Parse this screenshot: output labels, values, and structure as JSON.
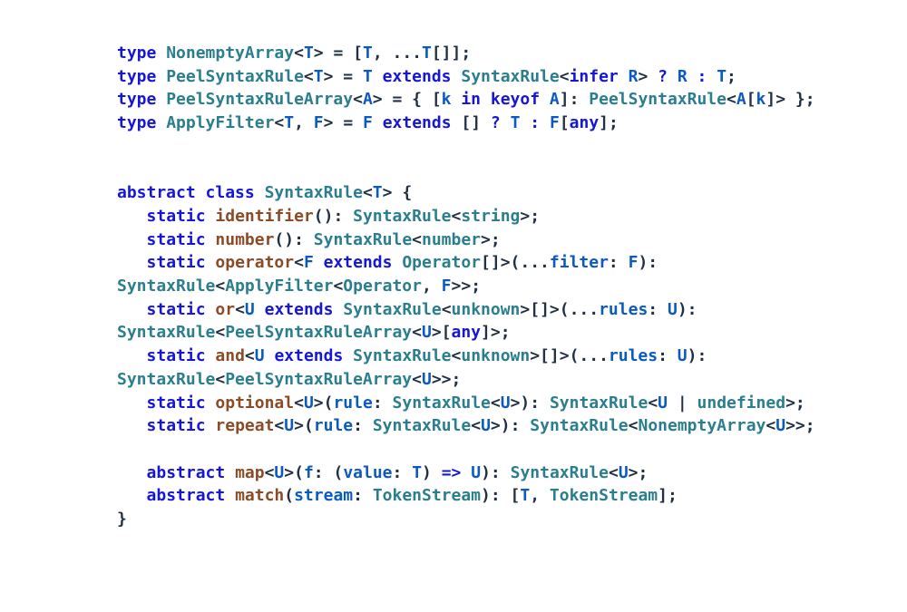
{
  "window": {
    "background": "#ffffff"
  },
  "colors": {
    "keyword": "#1616d6",
    "type": "#2a7e8d",
    "function": "#8a4b26",
    "variable": "#0b5ac2",
    "plain": "#223044"
  },
  "code": {
    "language": "typescript",
    "lines": [
      {
        "tokens": [
          [
            "k",
            "type"
          ],
          [
            "p",
            " "
          ],
          [
            "t",
            "NonemptyArray"
          ],
          [
            "p",
            "<"
          ],
          [
            "v",
            "T"
          ],
          [
            "p",
            "> = ["
          ],
          [
            "v",
            "T"
          ],
          [
            "p",
            ", ..."
          ],
          [
            "v",
            "T"
          ],
          [
            "p",
            "[]];"
          ]
        ]
      },
      {
        "tokens": [
          [
            "k",
            "type"
          ],
          [
            "p",
            " "
          ],
          [
            "t",
            "PeelSyntaxRule"
          ],
          [
            "p",
            "<"
          ],
          [
            "v",
            "T"
          ],
          [
            "p",
            "> = "
          ],
          [
            "v",
            "T"
          ],
          [
            "p",
            " "
          ],
          [
            "k",
            "extends"
          ],
          [
            "p",
            " "
          ],
          [
            "t",
            "SyntaxRule"
          ],
          [
            "p",
            "<"
          ],
          [
            "k",
            "infer"
          ],
          [
            "p",
            " "
          ],
          [
            "v",
            "R"
          ],
          [
            "p",
            "> "
          ],
          [
            "k",
            "?"
          ],
          [
            "p",
            " "
          ],
          [
            "v",
            "R"
          ],
          [
            "p",
            " "
          ],
          [
            "k",
            ":"
          ],
          [
            "p",
            " "
          ],
          [
            "v",
            "T"
          ],
          [
            "p",
            ";"
          ]
        ]
      },
      {
        "tokens": [
          [
            "k",
            "type"
          ],
          [
            "p",
            " "
          ],
          [
            "t",
            "PeelSyntaxRuleArray"
          ],
          [
            "p",
            "<"
          ],
          [
            "v",
            "A"
          ],
          [
            "p",
            "> = { ["
          ],
          [
            "v",
            "k"
          ],
          [
            "p",
            " "
          ],
          [
            "k",
            "in"
          ],
          [
            "p",
            " "
          ],
          [
            "k",
            "keyof"
          ],
          [
            "p",
            " "
          ],
          [
            "v",
            "A"
          ],
          [
            "p",
            "]: "
          ],
          [
            "t",
            "PeelSyntaxRule"
          ],
          [
            "p",
            "<"
          ],
          [
            "v",
            "A"
          ],
          [
            "p",
            "["
          ],
          [
            "v",
            "k"
          ],
          [
            "p",
            "]> };"
          ]
        ]
      },
      {
        "tokens": [
          [
            "k",
            "type"
          ],
          [
            "p",
            " "
          ],
          [
            "t",
            "ApplyFilter"
          ],
          [
            "p",
            "<"
          ],
          [
            "v",
            "T"
          ],
          [
            "p",
            ", "
          ],
          [
            "v",
            "F"
          ],
          [
            "p",
            "> = "
          ],
          [
            "v",
            "F"
          ],
          [
            "p",
            " "
          ],
          [
            "k",
            "extends"
          ],
          [
            "p",
            " [] "
          ],
          [
            "k",
            "?"
          ],
          [
            "p",
            " "
          ],
          [
            "v",
            "T"
          ],
          [
            "p",
            " "
          ],
          [
            "k",
            ":"
          ],
          [
            "p",
            " "
          ],
          [
            "v",
            "F"
          ],
          [
            "p",
            "["
          ],
          [
            "k",
            "any"
          ],
          [
            "p",
            "];"
          ]
        ]
      },
      {
        "tokens": []
      },
      {
        "tokens": []
      },
      {
        "tokens": [
          [
            "k",
            "abstract"
          ],
          [
            "p",
            " "
          ],
          [
            "k",
            "class"
          ],
          [
            "p",
            " "
          ],
          [
            "t",
            "SyntaxRule"
          ],
          [
            "p",
            "<"
          ],
          [
            "v",
            "T"
          ],
          [
            "p",
            "> {"
          ]
        ]
      },
      {
        "tokens": [
          [
            "p",
            "   "
          ],
          [
            "k",
            "static"
          ],
          [
            "p",
            " "
          ],
          [
            "f",
            "identifier"
          ],
          [
            "p",
            "(): "
          ],
          [
            "t",
            "SyntaxRule"
          ],
          [
            "p",
            "<"
          ],
          [
            "t",
            "string"
          ],
          [
            "p",
            ">;"
          ]
        ]
      },
      {
        "tokens": [
          [
            "p",
            "   "
          ],
          [
            "k",
            "static"
          ],
          [
            "p",
            " "
          ],
          [
            "f",
            "number"
          ],
          [
            "p",
            "(): "
          ],
          [
            "t",
            "SyntaxRule"
          ],
          [
            "p",
            "<"
          ],
          [
            "t",
            "number"
          ],
          [
            "p",
            ">;"
          ]
        ]
      },
      {
        "tokens": [
          [
            "p",
            "   "
          ],
          [
            "k",
            "static"
          ],
          [
            "p",
            " "
          ],
          [
            "f",
            "operator"
          ],
          [
            "p",
            "<"
          ],
          [
            "v",
            "F"
          ],
          [
            "p",
            " "
          ],
          [
            "k",
            "extends"
          ],
          [
            "p",
            " "
          ],
          [
            "t",
            "Operator"
          ],
          [
            "p",
            "[]>(..."
          ],
          [
            "v",
            "filter"
          ],
          [
            "p",
            ": "
          ],
          [
            "v",
            "F"
          ],
          [
            "p",
            "):"
          ]
        ]
      },
      {
        "tokens": [
          [
            "t",
            "SyntaxRule"
          ],
          [
            "p",
            "<"
          ],
          [
            "t",
            "ApplyFilter"
          ],
          [
            "p",
            "<"
          ],
          [
            "t",
            "Operator"
          ],
          [
            "p",
            ", "
          ],
          [
            "v",
            "F"
          ],
          [
            "p",
            ">>;"
          ]
        ]
      },
      {
        "tokens": [
          [
            "p",
            "   "
          ],
          [
            "k",
            "static"
          ],
          [
            "p",
            " "
          ],
          [
            "f",
            "or"
          ],
          [
            "p",
            "<"
          ],
          [
            "v",
            "U"
          ],
          [
            "p",
            " "
          ],
          [
            "k",
            "extends"
          ],
          [
            "p",
            " "
          ],
          [
            "t",
            "SyntaxRule"
          ],
          [
            "p",
            "<"
          ],
          [
            "t",
            "unknown"
          ],
          [
            "p",
            ">[]>(..."
          ],
          [
            "v",
            "rules"
          ],
          [
            "p",
            ": "
          ],
          [
            "v",
            "U"
          ],
          [
            "p",
            "):"
          ]
        ]
      },
      {
        "tokens": [
          [
            "t",
            "SyntaxRule"
          ],
          [
            "p",
            "<"
          ],
          [
            "t",
            "PeelSyntaxRuleArray"
          ],
          [
            "p",
            "<"
          ],
          [
            "v",
            "U"
          ],
          [
            "p",
            ">["
          ],
          [
            "k",
            "any"
          ],
          [
            "p",
            "]>;"
          ]
        ]
      },
      {
        "tokens": [
          [
            "p",
            "   "
          ],
          [
            "k",
            "static"
          ],
          [
            "p",
            " "
          ],
          [
            "f",
            "and"
          ],
          [
            "p",
            "<"
          ],
          [
            "v",
            "U"
          ],
          [
            "p",
            " "
          ],
          [
            "k",
            "extends"
          ],
          [
            "p",
            " "
          ],
          [
            "t",
            "SyntaxRule"
          ],
          [
            "p",
            "<"
          ],
          [
            "t",
            "unknown"
          ],
          [
            "p",
            ">[]>(..."
          ],
          [
            "v",
            "rules"
          ],
          [
            "p",
            ": "
          ],
          [
            "v",
            "U"
          ],
          [
            "p",
            "):"
          ]
        ]
      },
      {
        "tokens": [
          [
            "t",
            "SyntaxRule"
          ],
          [
            "p",
            "<"
          ],
          [
            "t",
            "PeelSyntaxRuleArray"
          ],
          [
            "p",
            "<"
          ],
          [
            "v",
            "U"
          ],
          [
            "p",
            ">>;"
          ]
        ]
      },
      {
        "tokens": [
          [
            "p",
            "   "
          ],
          [
            "k",
            "static"
          ],
          [
            "p",
            " "
          ],
          [
            "f",
            "optional"
          ],
          [
            "p",
            "<"
          ],
          [
            "v",
            "U"
          ],
          [
            "p",
            ">("
          ],
          [
            "v",
            "rule"
          ],
          [
            "p",
            ": "
          ],
          [
            "t",
            "SyntaxRule"
          ],
          [
            "p",
            "<"
          ],
          [
            "v",
            "U"
          ],
          [
            "p",
            ">): "
          ],
          [
            "t",
            "SyntaxRule"
          ],
          [
            "p",
            "<"
          ],
          [
            "v",
            "U"
          ],
          [
            "p",
            " | "
          ],
          [
            "t",
            "undefined"
          ],
          [
            "p",
            ">;"
          ]
        ]
      },
      {
        "tokens": [
          [
            "p",
            "   "
          ],
          [
            "k",
            "static"
          ],
          [
            "p",
            " "
          ],
          [
            "f",
            "repeat"
          ],
          [
            "p",
            "<"
          ],
          [
            "v",
            "U"
          ],
          [
            "p",
            ">("
          ],
          [
            "v",
            "rule"
          ],
          [
            "p",
            ": "
          ],
          [
            "t",
            "SyntaxRule"
          ],
          [
            "p",
            "<"
          ],
          [
            "v",
            "U"
          ],
          [
            "p",
            ">): "
          ],
          [
            "t",
            "SyntaxRule"
          ],
          [
            "p",
            "<"
          ],
          [
            "t",
            "NonemptyArray"
          ],
          [
            "p",
            "<"
          ],
          [
            "v",
            "U"
          ],
          [
            "p",
            ">>;"
          ]
        ]
      },
      {
        "tokens": []
      },
      {
        "tokens": [
          [
            "p",
            "   "
          ],
          [
            "k",
            "abstract"
          ],
          [
            "p",
            " "
          ],
          [
            "f",
            "map"
          ],
          [
            "p",
            "<"
          ],
          [
            "v",
            "U"
          ],
          [
            "p",
            ">("
          ],
          [
            "v",
            "f"
          ],
          [
            "p",
            ": ("
          ],
          [
            "v",
            "value"
          ],
          [
            "p",
            ": "
          ],
          [
            "v",
            "T"
          ],
          [
            "p",
            ") "
          ],
          [
            "k",
            "=>"
          ],
          [
            "p",
            " "
          ],
          [
            "v",
            "U"
          ],
          [
            "p",
            "): "
          ],
          [
            "t",
            "SyntaxRule"
          ],
          [
            "p",
            "<"
          ],
          [
            "v",
            "U"
          ],
          [
            "p",
            ">;"
          ]
        ]
      },
      {
        "tokens": [
          [
            "p",
            "   "
          ],
          [
            "k",
            "abstract"
          ],
          [
            "p",
            " "
          ],
          [
            "f",
            "match"
          ],
          [
            "p",
            "("
          ],
          [
            "v",
            "stream"
          ],
          [
            "p",
            ": "
          ],
          [
            "t",
            "TokenStream"
          ],
          [
            "p",
            "): ["
          ],
          [
            "v",
            "T"
          ],
          [
            "p",
            ", "
          ],
          [
            "t",
            "TokenStream"
          ],
          [
            "p",
            "];"
          ]
        ]
      },
      {
        "tokens": [
          [
            "p",
            "}"
          ]
        ]
      }
    ]
  }
}
